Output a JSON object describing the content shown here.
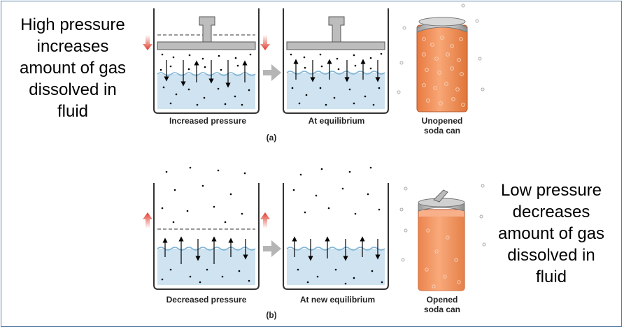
{
  "left_text": [
    "High pressure",
    "increases",
    "amount of gas",
    "dissolved in",
    "fluid"
  ],
  "right_text": [
    "Low pressure",
    "decreases",
    "amount of gas",
    "dissolved in",
    "fluid"
  ],
  "row_a": {
    "label": "(a)",
    "beaker1_caption": "Increased  pressure",
    "beaker2_caption": "At  equilibrium",
    "can_caption": [
      "Unopened",
      "soda  can"
    ]
  },
  "row_b": {
    "label": "(b)",
    "beaker1_caption": "Decreased  pressure",
    "beaker2_caption": "At  new  equilibrium",
    "can_caption": [
      "Opened",
      "soda  can"
    ]
  },
  "colors": {
    "liquid": "#cfe3f1",
    "piston": "#bdbdbd",
    "arrow_red": "#e03a2a",
    "process_arrow": "#b5b5b5",
    "can_orange": "#f59a6c",
    "border": "#5b7fa8"
  }
}
